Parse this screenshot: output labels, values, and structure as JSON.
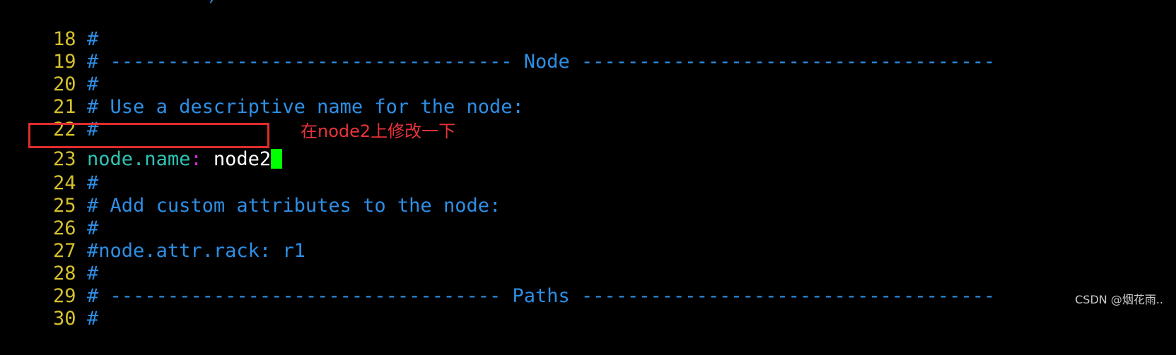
{
  "terminal": {
    "partial_top": ")",
    "lines": [
      {
        "num": "18",
        "comment": "#"
      },
      {
        "num": "19",
        "comment": "# ----------------------------------- Node ------------------------------------"
      },
      {
        "num": "20",
        "comment": "#"
      },
      {
        "num": "21",
        "comment": "# Use a descriptive name for the node:"
      },
      {
        "num": "22",
        "comment": "#"
      },
      {
        "num": "23",
        "key": "node.name",
        "colon": ":",
        "value": " node2"
      },
      {
        "num": "24",
        "comment": "#"
      },
      {
        "num": "25",
        "comment": "# Add custom attributes to the node:"
      },
      {
        "num": "26",
        "comment": "#"
      },
      {
        "num": "27",
        "comment": "#node.attr.rack: r1"
      },
      {
        "num": "28",
        "comment": "#"
      },
      {
        "num": "29",
        "comment": "# ---------------------------------- Paths ------------------------------------"
      },
      {
        "num": "30",
        "comment": "#"
      }
    ]
  },
  "annotation": {
    "text": "在node2上修改一下"
  },
  "watermark": {
    "text": "CSDN @烟花雨.."
  },
  "colors": {
    "line_number": "#d6c12d",
    "comment": "#2d8fe6",
    "key": "#2ec4b6",
    "colon": "#d12ad6",
    "cursor": "#00ff00",
    "highlight_border": "#e02d2d",
    "annotation": "#e8333a"
  }
}
